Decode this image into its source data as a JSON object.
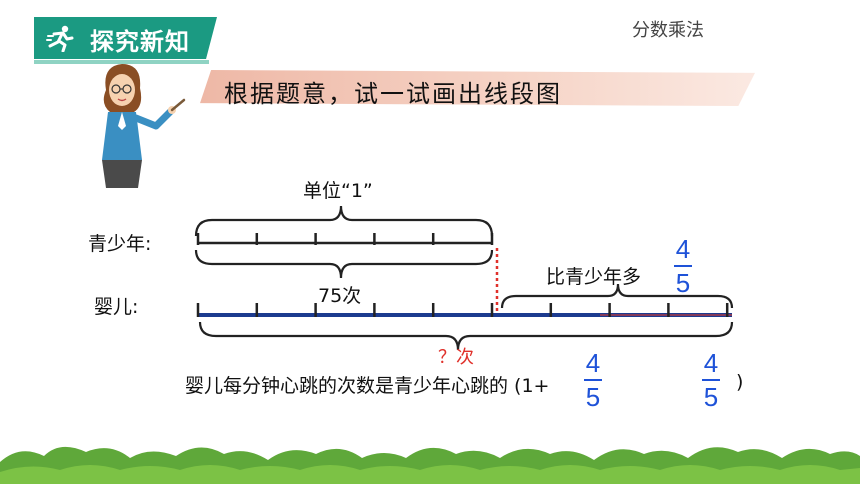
{
  "header": {
    "section_title": "探究新知",
    "chapter_title": "分数乘法"
  },
  "task": {
    "banner_text": "根据题意，试一试画出线段图"
  },
  "diagram": {
    "teen_label": "青少年:",
    "baby_label": "婴儿:",
    "unit_label": "单位“1”",
    "teen_value_label": "75次",
    "more_label": "比青少年多",
    "more_fraction": {
      "numerator": "4",
      "denominator": "5"
    },
    "unknown_label": "？次",
    "teen_segments": 5,
    "baby_segments": 9,
    "colors": {
      "line": "#222222",
      "baby_line": "#1c3b8f",
      "dotted": "#e0312b",
      "fraction": "#1e52d8",
      "accent": "#1b9a82"
    }
  },
  "conclusion": {
    "text_before": "婴儿每分钟心跳的次数是青少年心跳的 (1+",
    "fraction_a": {
      "numerator": "4",
      "denominator": "5"
    },
    "fraction_b": {
      "numerator": "4",
      "denominator": "5"
    },
    "text_after": ")"
  },
  "icons": {
    "runner": "runner-icon",
    "teacher": "teacher-illustration",
    "ground": "grass-bushes"
  }
}
